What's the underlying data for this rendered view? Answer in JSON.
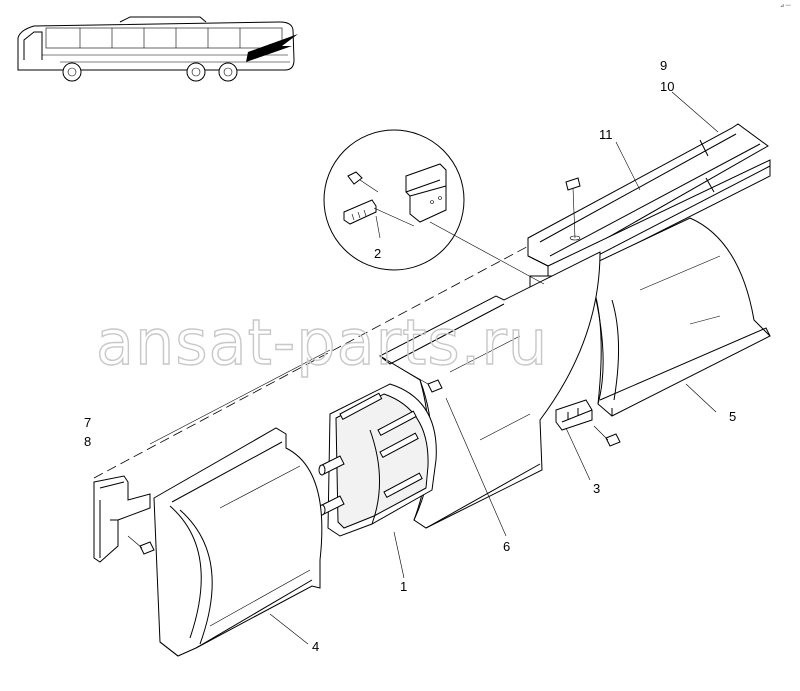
{
  "corner_mark": "⊿ ▫▫▫",
  "watermark": "ansat-parts.ru",
  "callouts": {
    "c1": "1",
    "c2": "2",
    "c3": "3",
    "c4": "4",
    "c5": "5",
    "c6": "6",
    "c7": "7",
    "c8": "8",
    "c9": "9",
    "c10": "10",
    "c11": "11"
  }
}
